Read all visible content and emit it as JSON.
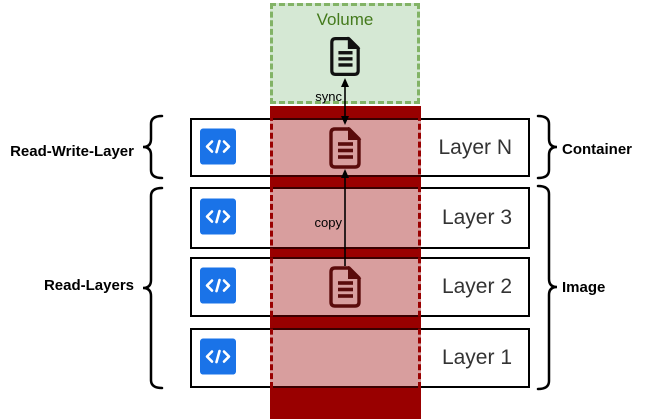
{
  "volume": {
    "label": "Volume"
  },
  "layers": [
    {
      "label": "Layer N",
      "has_document_icon": true
    },
    {
      "label": "Layer 3",
      "has_document_icon": false
    },
    {
      "label": "Layer 2",
      "has_document_icon": true
    },
    {
      "label": "Layer 1",
      "has_document_icon": false
    }
  ],
  "arrows": {
    "sync_label": "sync",
    "copy_label": "copy"
  },
  "left_labels": {
    "read_write_layer": "Read-Write-Layer",
    "read_layers": "Read-Layers"
  },
  "right_labels": {
    "container": "Container",
    "image": "Image"
  },
  "colors": {
    "volume_fill": "#d5e8d4",
    "volume_border": "#82b366",
    "volume_text": "#447a1c",
    "column_red": "#990000",
    "overlay_red": "rgba(153,0,0,0.38)",
    "icon_blue": "#1a73e8",
    "doc_maroon": "#5a0b0b",
    "layer_text": "#333333"
  }
}
